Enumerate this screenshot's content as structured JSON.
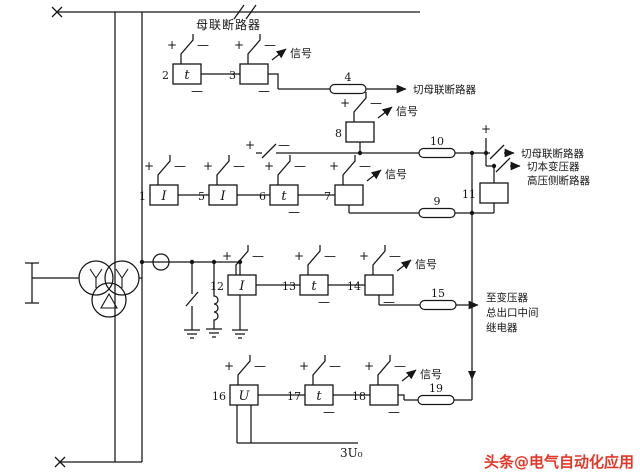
{
  "diagram": {
    "top_label": "母联断路器",
    "signal_label": "信号",
    "trip_bus_tie_1": "切母联断路器",
    "trip_bus_tie_2": "切母联断路器",
    "trip_hv_line1": "切本变压器",
    "trip_hv_line2": "高压侧断路器",
    "to_main_line1": "至变压器",
    "to_main_line2": "总出口中间",
    "to_main_line3": "继电器",
    "residual_voltage": "3U₀",
    "plus": "+",
    "minus": "—"
  },
  "relays": [
    {
      "num": "1",
      "symbol": "I"
    },
    {
      "num": "2",
      "symbol": "t"
    },
    {
      "num": "3",
      "symbol": ""
    },
    {
      "num": "5",
      "symbol": "I"
    },
    {
      "num": "6",
      "symbol": "t"
    },
    {
      "num": "7",
      "symbol": ""
    },
    {
      "num": "8",
      "symbol": ""
    },
    {
      "num": "11",
      "symbol": ""
    },
    {
      "num": "12",
      "symbol": "I"
    },
    {
      "num": "13",
      "symbol": "t"
    },
    {
      "num": "14",
      "symbol": ""
    },
    {
      "num": "16",
      "symbol": "U"
    },
    {
      "num": "17",
      "symbol": "t"
    },
    {
      "num": "18",
      "symbol": ""
    }
  ],
  "outputs": [
    {
      "num": "4"
    },
    {
      "num": "9"
    },
    {
      "num": "10"
    },
    {
      "num": "15"
    },
    {
      "num": "19"
    }
  ],
  "watermark": "头条@电气自动化应用"
}
